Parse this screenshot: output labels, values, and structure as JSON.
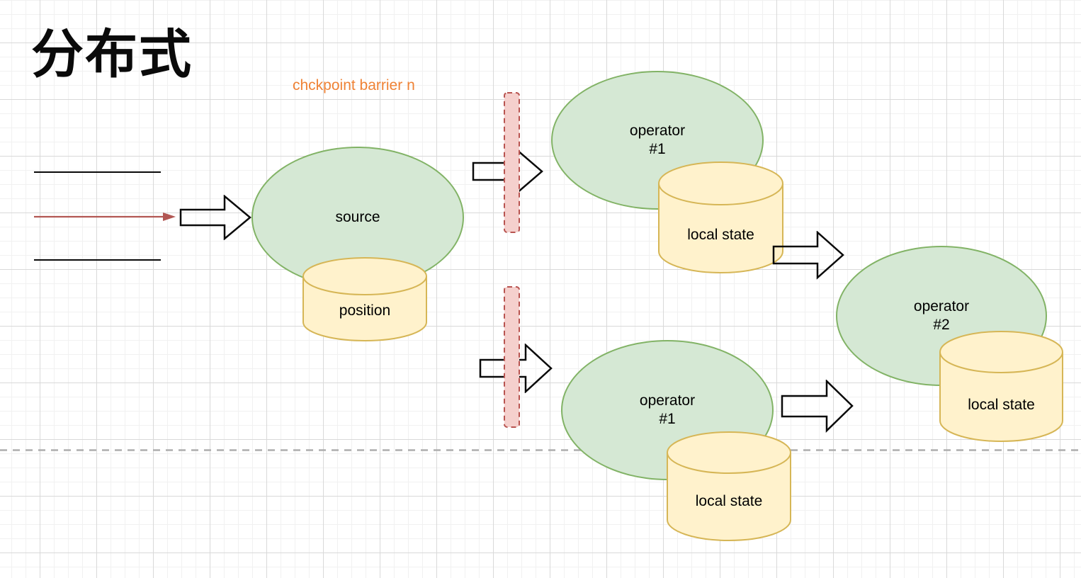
{
  "canvas": {
    "title": "分布式"
  },
  "annotations": {
    "checkpoint_barrier_label": "chckpoint barrier n"
  },
  "shapes": {
    "source": {
      "label": "source"
    },
    "position_store": {
      "label": "position"
    },
    "operator1_top": {
      "name": "operator",
      "id": "#1"
    },
    "local_state_top": {
      "label": "local state"
    },
    "operator2": {
      "name": "operator",
      "id": "#2"
    },
    "local_state_operator2": {
      "label": "local state"
    },
    "operator1_bottom": {
      "name": "operator",
      "id": "#1"
    },
    "local_state_bottom": {
      "label": "local state"
    }
  },
  "colors": {
    "operator_fill": "#d5e8d4",
    "operator_stroke": "#82b366",
    "state_fill": "#fff2cc",
    "state_stroke": "#d6b656",
    "barrier_fill": "#f5d0cd",
    "barrier_stroke": "#b85450",
    "annotation_orange": "#ef8235",
    "stream_arrow_red": "#b25753"
  }
}
